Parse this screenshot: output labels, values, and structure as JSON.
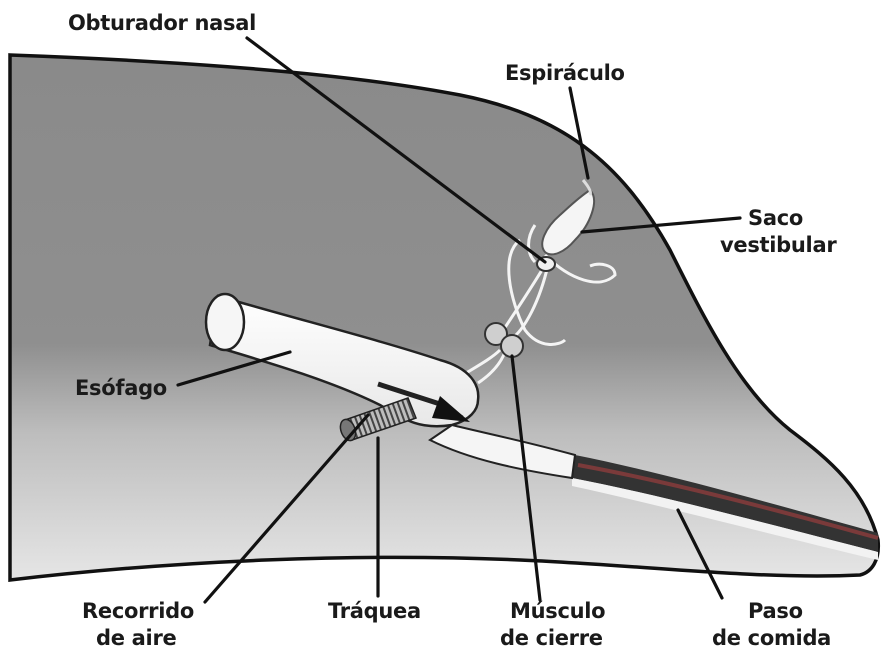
{
  "labels": {
    "obturador": "Obturador nasal",
    "espiraculo": "Espiráculo",
    "saco_1": "Saco",
    "saco_2": "vestibular",
    "esofago": "Esófago",
    "recorrido_1": "Recorrido",
    "recorrido_2": "de aire",
    "traquea": "Tráquea",
    "musculo_1": "Músculo",
    "musculo_2": "de cierre",
    "paso_1": "Paso",
    "paso_2": "de comida"
  },
  "colors": {
    "body_dark": "#8a8a8a",
    "body_light": "#e4e4e4",
    "outline": "#111111",
    "food_passage": "#3a3a3a",
    "food_passage_red": "#7a3a3a",
    "tube": "#f7f7f7"
  }
}
